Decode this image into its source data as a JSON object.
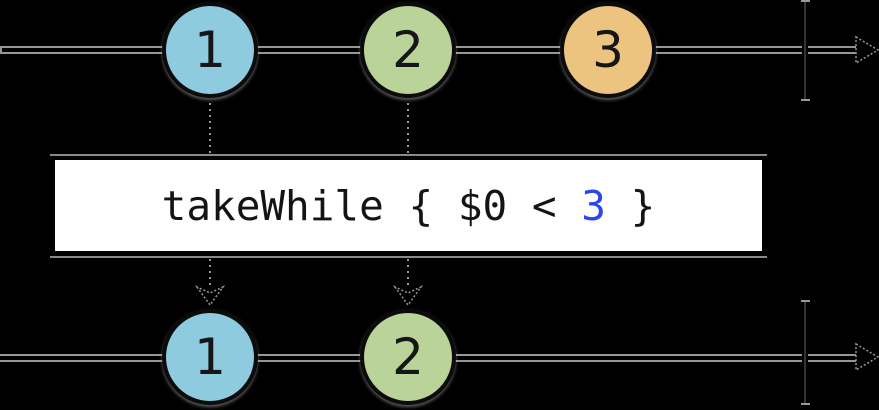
{
  "diagram": {
    "type": "marble-diagram",
    "operator": {
      "expression": "takeWhile { $0 < 3 }",
      "prefix": "takeWhile { $0 < ",
      "literal": "3",
      "suffix": " }"
    },
    "source_stream": {
      "marbles": [
        {
          "value": "1",
          "color": "#8FCBDF"
        },
        {
          "value": "2",
          "color": "#B9D399"
        },
        {
          "value": "3",
          "color": "#ECC47F"
        }
      ]
    },
    "output_stream": {
      "marbles": [
        {
          "value": "1",
          "color": "#8FCBDF"
        },
        {
          "value": "2",
          "color": "#B9D399"
        }
      ]
    },
    "colors": {
      "background": "#000000",
      "timeline": "#969696",
      "connector": "#999999",
      "literal": "#2946F0",
      "box_background": "#FFFFFF",
      "box_border": "#000000",
      "code_text": "#141414"
    }
  }
}
